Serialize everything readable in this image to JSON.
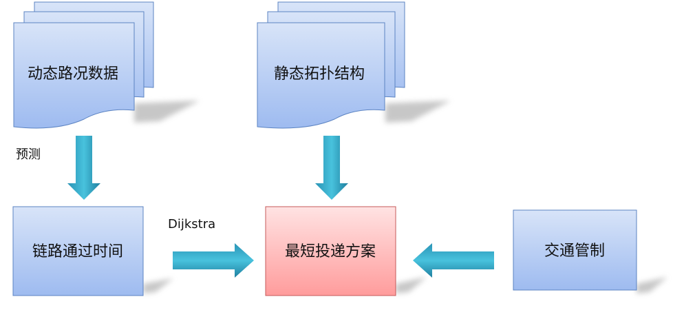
{
  "nodes": {
    "dynamic_traffic": {
      "label": "动态路况数据"
    },
    "static_topology": {
      "label": "静态拓扑结构"
    },
    "link_time": {
      "label": "链路通过时间"
    },
    "shortest_plan": {
      "label": "最短投递方案"
    },
    "traffic_control": {
      "label": "交通管制"
    }
  },
  "edges": {
    "predict": {
      "label": "预测"
    },
    "dijkstra": {
      "label": "Dijkstra"
    }
  },
  "colors": {
    "blue_top": "#d8e4f8",
    "blue_bottom": "#9ebbf0",
    "blue_stroke": "#5b83c2",
    "red_top": "#ffe3e3",
    "red_bottom": "#ff9c9c",
    "red_stroke": "#c55a5a",
    "arrow_light": "#44bdd8",
    "arrow_dark": "#1b7fa0"
  }
}
